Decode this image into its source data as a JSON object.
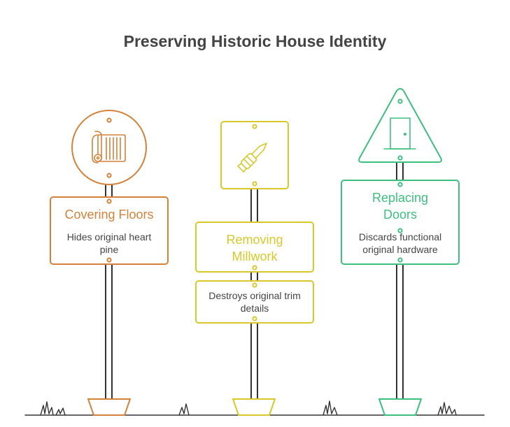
{
  "title": "Preserving Historic House Identity",
  "colors": {
    "orange": "#D4813A",
    "yellow": "#D9C82A",
    "green": "#3DBF80",
    "ink": "#333333",
    "text": "#444444"
  },
  "signs": [
    {
      "heading": "Covering Floors",
      "description": "Hides original heart pine",
      "icon": "rolled-carpet-icon"
    },
    {
      "heading": "Removing Millwork",
      "description": "Destroys original trim details",
      "icon": "chisel-icon"
    },
    {
      "heading": "Replacing Doors",
      "description": "Discards functional original hardware",
      "icon": "door-icon"
    }
  ]
}
